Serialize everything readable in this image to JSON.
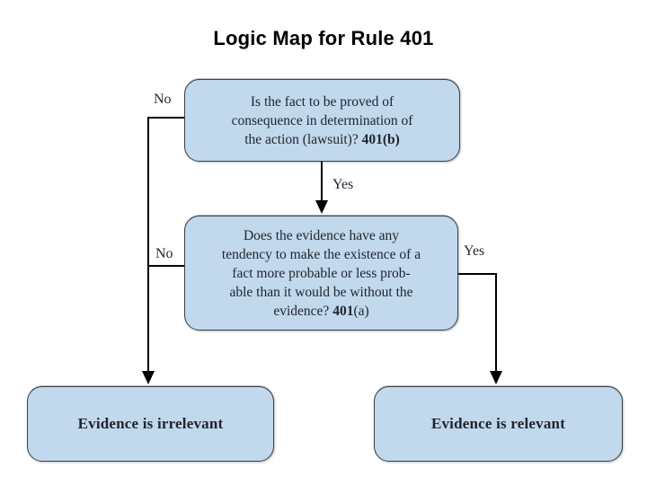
{
  "title": "Logic Map for Rule 401",
  "colors": {
    "box_fill": "#c2d8ec",
    "box_border": "#3a4047",
    "connector": "#000000",
    "box_text": "#1e242e",
    "title_color": "#000000",
    "background": "#ffffff"
  },
  "nodes": {
    "q1": {
      "lines": [
        "Is the fact to be proved of",
        "consequence in determination of",
        "the action (lawsuit)? "
      ],
      "ref": "401(b)"
    },
    "q2": {
      "lines": [
        "Does the evidence have any",
        "tendency to make the existence of a",
        "fact more probable or less prob-",
        "able than it would be without the",
        "evidence? "
      ],
      "ref": "401",
      "ref_tail": "(a)"
    },
    "irrelevant": {
      "label": "Evidence is irrelevant"
    },
    "relevant": {
      "label": "Evidence is relevant"
    }
  },
  "edges": {
    "no1": "No",
    "yes1": "Yes",
    "no2": "No",
    "yes2": "Yes"
  }
}
